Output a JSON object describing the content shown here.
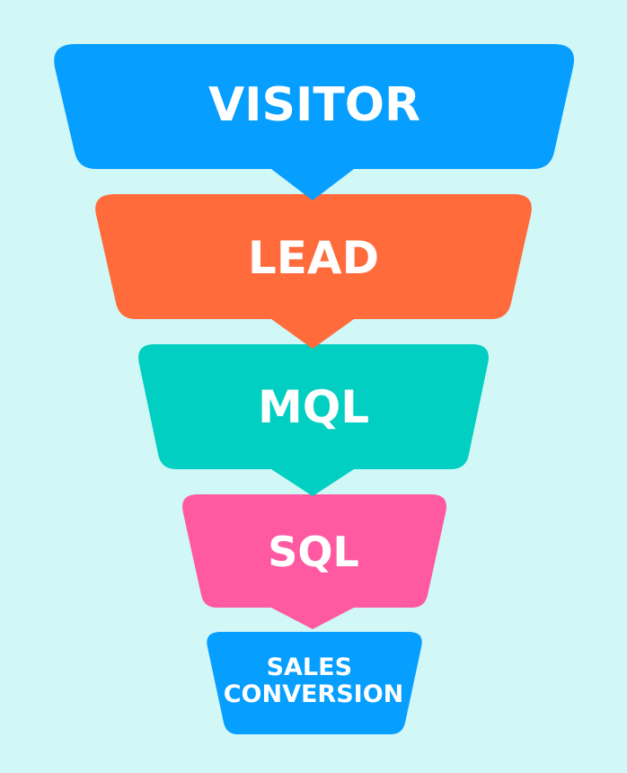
{
  "funnel": {
    "stages": [
      {
        "label": "VISITOR",
        "color": "#069eff"
      },
      {
        "label": "LEAD",
        "color": "#ff6b3b"
      },
      {
        "label": "MQL",
        "color": "#00cfc1"
      },
      {
        "label": "SQL",
        "color": "#ff5aa1"
      },
      {
        "label": "SALES CONVERSION",
        "label_lines": [
          "SALES",
          "CONVERSION"
        ],
        "color": "#069eff"
      }
    ]
  }
}
